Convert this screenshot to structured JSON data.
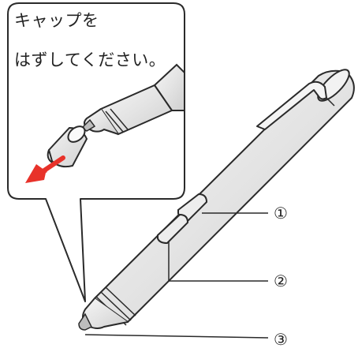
{
  "callout": {
    "line1": "キャップを",
    "line2": "はずしてください。"
  },
  "labels": {
    "button_upper": "①",
    "button_lower": "②",
    "pen_tip": "③"
  },
  "colors": {
    "outline": "#2a2a2a",
    "pen_body": "#e6e6e6",
    "arrow": "#e8322a"
  }
}
